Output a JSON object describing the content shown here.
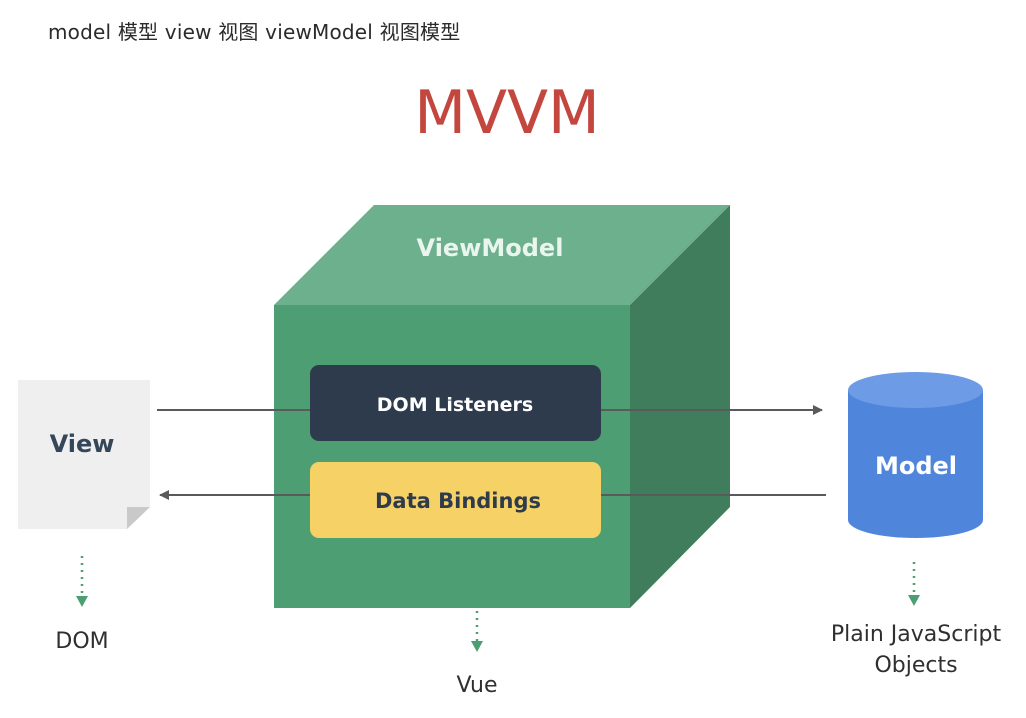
{
  "caption": "model 模型 view 视图 viewModel 视图模型",
  "title": "MVVM",
  "viewmodel": {
    "label": "ViewModel",
    "sublabel": "Vue"
  },
  "view": {
    "label": "View",
    "sublabel": "DOM"
  },
  "dom_listeners": {
    "label": "DOM Listeners"
  },
  "data_bindings": {
    "label": "Data Bindings"
  },
  "model": {
    "label": "Model",
    "sublabel_line1": "Plain JavaScript",
    "sublabel_line2": "Objects"
  },
  "colors": {
    "title": "#c4473f",
    "cube_front": "#4d9e72",
    "cube_top": "#6cb08e",
    "cube_side": "#3f7d5c",
    "dom_listeners_box": "#2d3b4d",
    "data_bindings_box": "#f6d266",
    "model_cylinder": "#4f86dc",
    "view_page": "#efefef",
    "arrow": "#5a5a5a",
    "dotted_arrow": "#4d9e72"
  }
}
